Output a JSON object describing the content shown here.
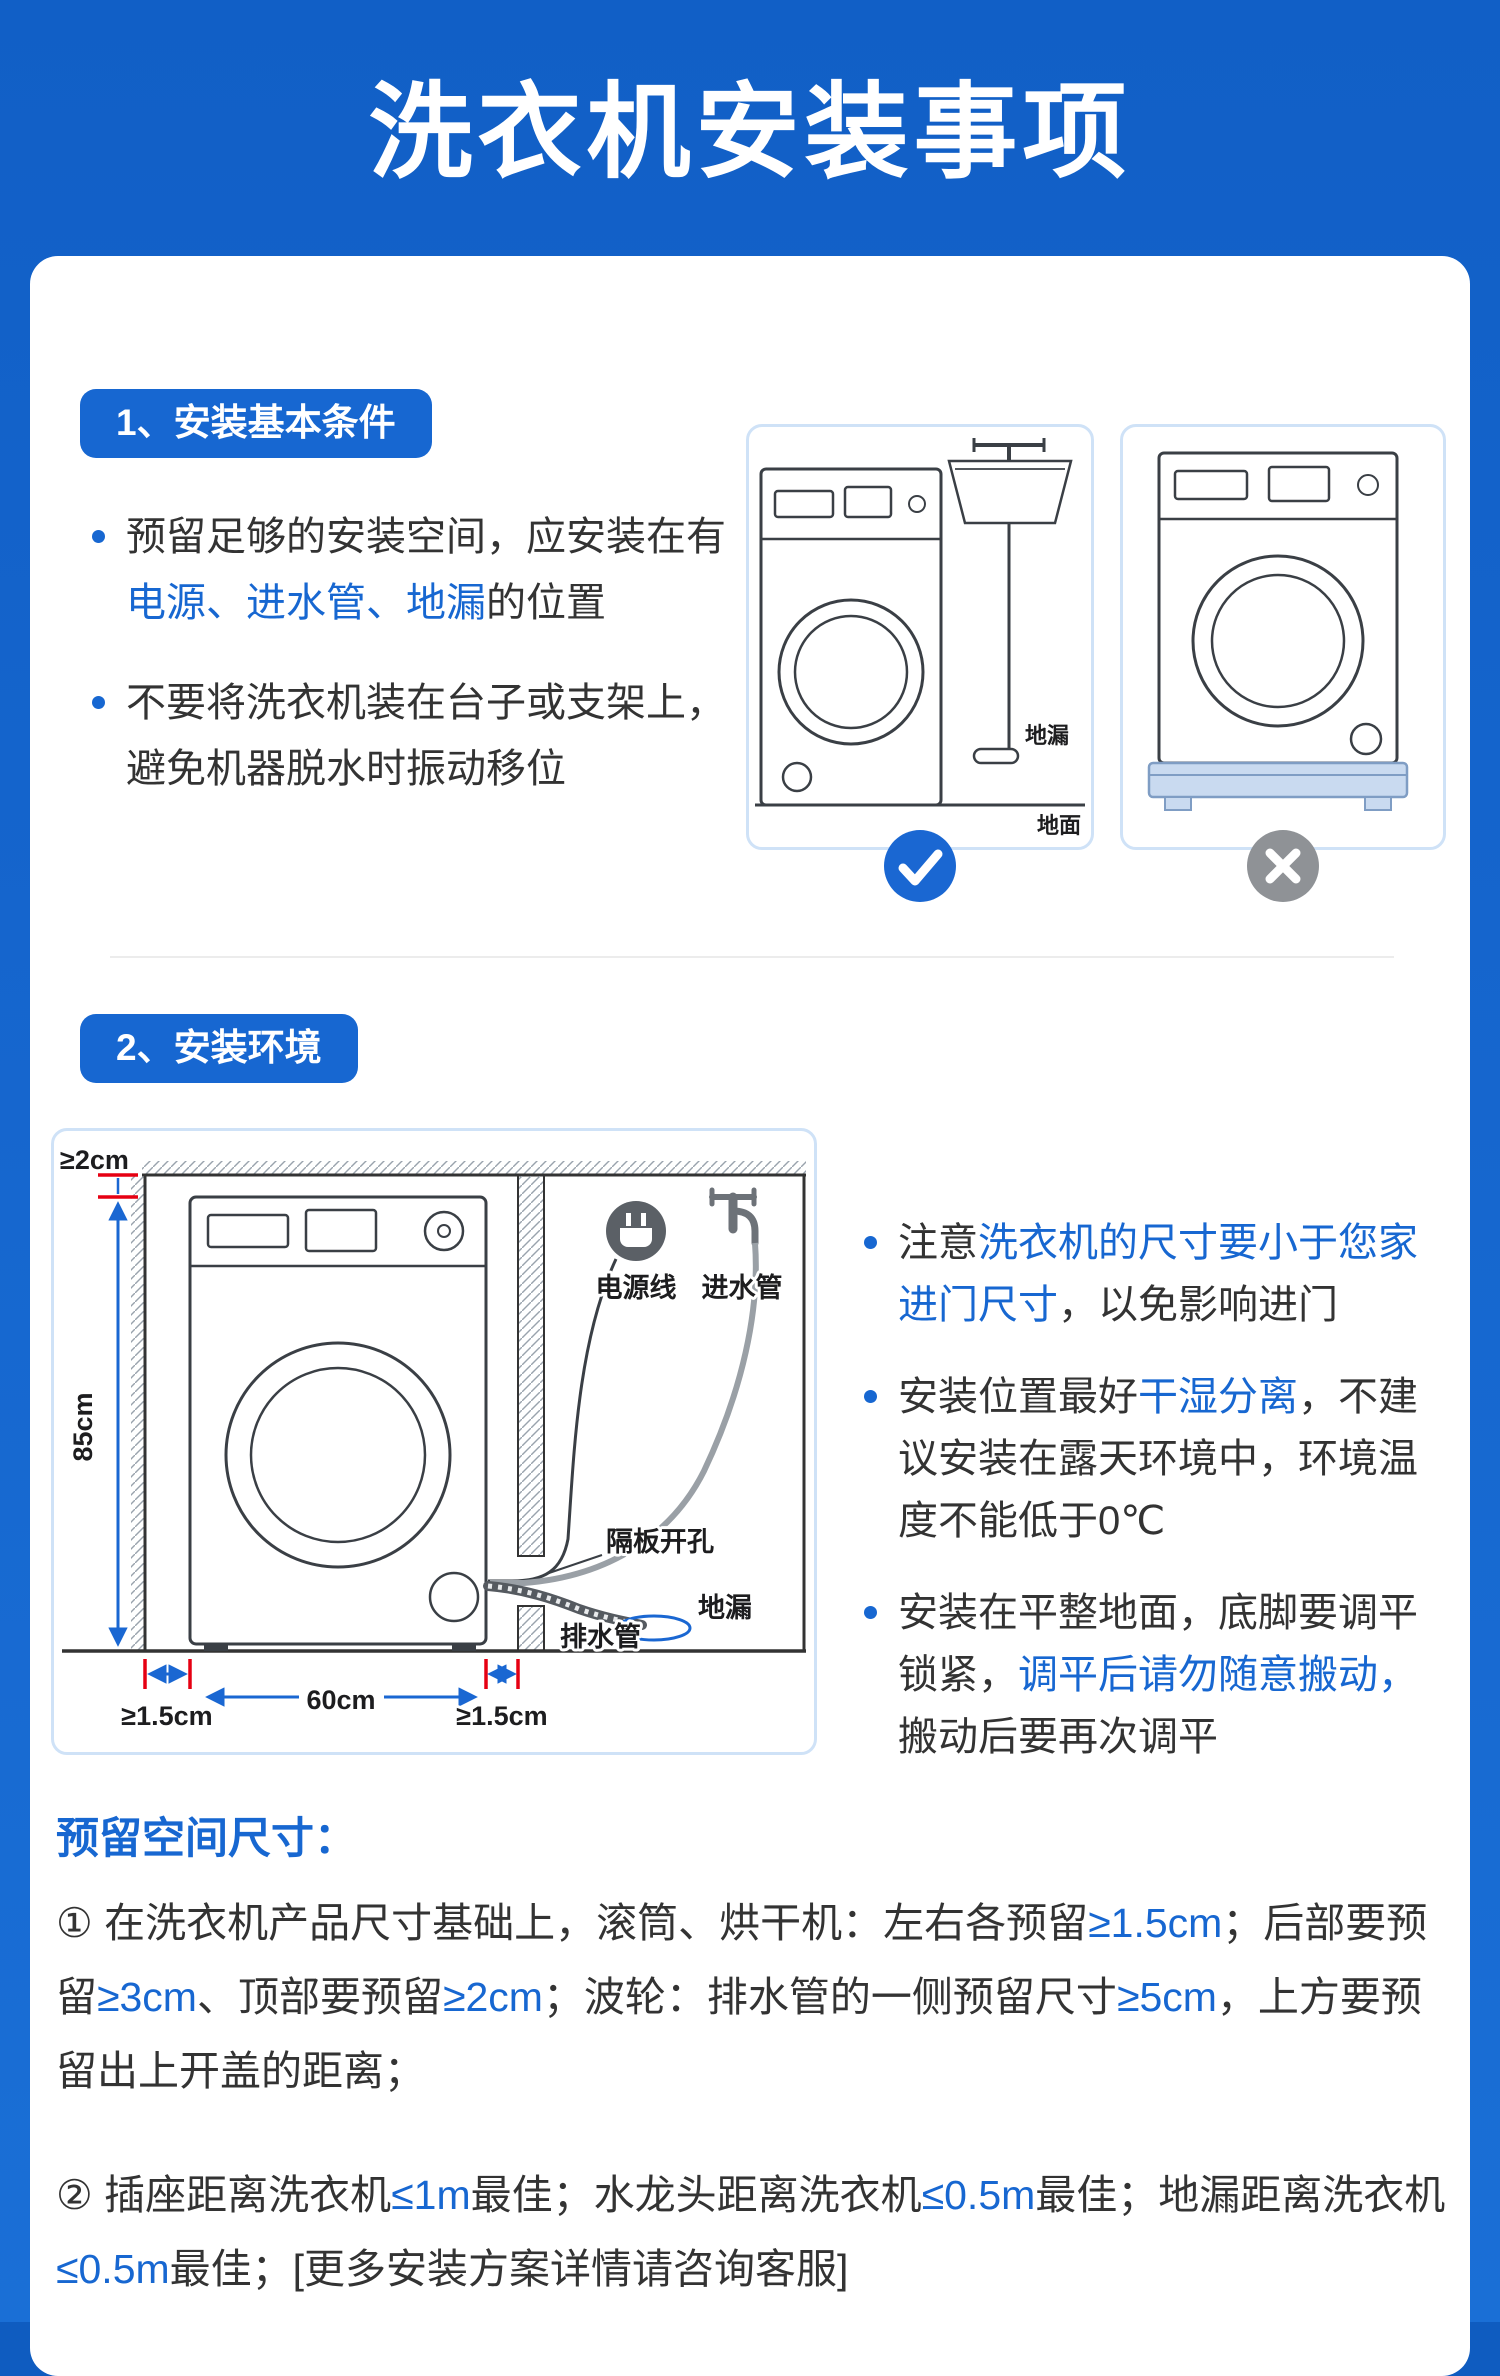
{
  "title": "洗衣机安装事项",
  "colors": {
    "page_blue": "#1565cd",
    "accent_blue": "#1767d1",
    "text_dark": "#333333",
    "red_mark": "#e60012",
    "check_blue": "#1a67d2",
    "cross_gray": "#8f9296",
    "box_border": "#cfe2f7"
  },
  "section1": {
    "badge": "1、安装基本条件",
    "bullets": [
      {
        "segments": [
          {
            "t": "预留足够的安装空间，应安装在有",
            "h": false
          },
          {
            "t": "电源、进水管、地漏",
            "h": true
          },
          {
            "t": "的位置",
            "h": false
          }
        ]
      },
      {
        "segments": [
          {
            "t": "不要将洗衣机装在台子或支架上，避免机器脱水时振动移位",
            "h": false
          }
        ]
      }
    ],
    "figure_good": {
      "drain_label": "地漏",
      "ground_label": "地面",
      "mark": "check"
    },
    "figure_bad": {
      "mark": "cross"
    }
  },
  "section2": {
    "badge": "2、安装环境",
    "diagram": {
      "top_clearance": "≥2cm",
      "height": "85cm",
      "width": "60cm",
      "left_clearance": "≥1.5cm",
      "right_clearance": "≥1.5cm",
      "power_cord": "电源线",
      "inlet_hose": "进水管",
      "panel_hole": "隔板开孔",
      "floor_drain": "地漏",
      "drain_pipe": "排水管"
    },
    "bullets": [
      {
        "segments": [
          {
            "t": "注意",
            "h": false
          },
          {
            "t": "洗衣机的尺寸要小于您家进门尺寸",
            "h": true
          },
          {
            "t": "，以免影响进门",
            "h": false
          }
        ]
      },
      {
        "segments": [
          {
            "t": "安装位置最好",
            "h": false
          },
          {
            "t": "干湿分离",
            "h": true
          },
          {
            "t": "，不建议安装在露天环境中，环境温度不能低于0℃",
            "h": false
          }
        ]
      },
      {
        "segments": [
          {
            "t": "安装在平整地面，底脚要调平锁紧，",
            "h": false
          },
          {
            "t": "调平后请勿随意搬动，",
            "h": true
          },
          {
            "t": "搬动后要再次调平",
            "h": false
          }
        ]
      }
    ]
  },
  "footer": {
    "heading": "预留空间尺寸：",
    "paragraphs": [
      {
        "segments": [
          {
            "t": "① 在洗衣机产品尺寸基础上，滚筒、烘干机：左右各预留",
            "h": false
          },
          {
            "t": "≥1.5cm",
            "h": true
          },
          {
            "t": "；后部要预留",
            "h": false
          },
          {
            "t": "≥3cm",
            "h": true
          },
          {
            "t": "、顶部要预留",
            "h": false
          },
          {
            "t": "≥2cm",
            "h": true
          },
          {
            "t": "；波轮：排水管的一侧预留尺寸",
            "h": false
          },
          {
            "t": "≥5cm",
            "h": true
          },
          {
            "t": "，上方要预留出上开盖的距离；",
            "h": false
          }
        ]
      },
      {
        "segments": [
          {
            "t": "② 插座距离洗衣机",
            "h": false
          },
          {
            "t": "≤1m",
            "h": true
          },
          {
            "t": "最佳；水龙头距离洗衣机",
            "h": false
          },
          {
            "t": "≤0.5m",
            "h": true
          },
          {
            "t": "最佳；地漏距离洗衣机",
            "h": false
          },
          {
            "t": "≤0.5m",
            "h": true
          },
          {
            "t": "最佳；[更多安装方案详情请咨询客服]",
            "h": false
          }
        ]
      }
    ]
  }
}
